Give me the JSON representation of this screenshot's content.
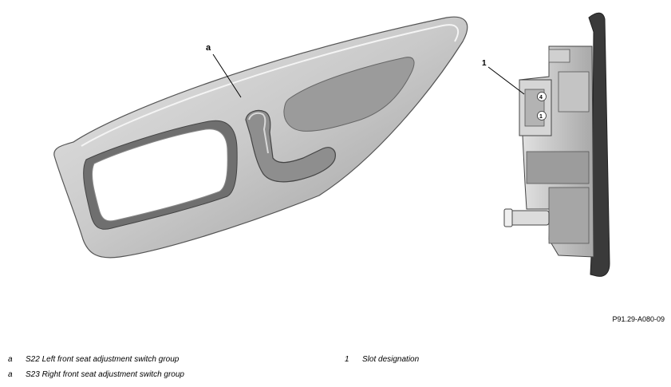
{
  "figure": {
    "callout_a": "a",
    "callout_1": "1",
    "connector_pin_4": "4",
    "connector_pin_1": "1",
    "figure_code": "P91.29-A080-09"
  },
  "legend": [
    {
      "key": "a",
      "text": "S22 Left front seat adjustment switch group"
    },
    {
      "key": "a",
      "text": "S23 Right front seat adjustment switch group"
    },
    {
      "key": "1",
      "text": "Slot designation"
    }
  ]
}
